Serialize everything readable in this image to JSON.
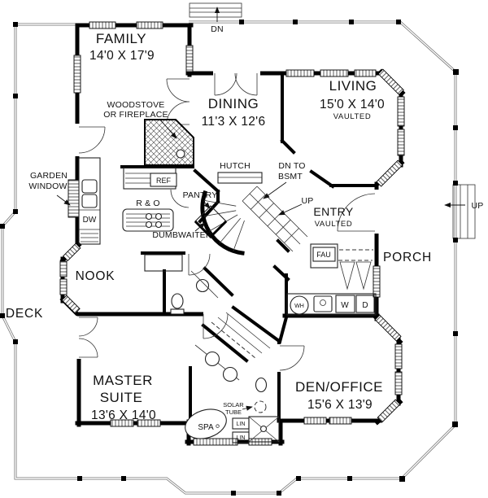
{
  "colors": {
    "background": "#ffffff",
    "walls": "#000000",
    "railing": "#777777",
    "text": "#111111"
  },
  "rooms": {
    "family": {
      "name": "FAMILY",
      "dims": "14'0 X 17'9"
    },
    "dining": {
      "name": "DINING",
      "dims": "11'3 X 12'6"
    },
    "living": {
      "name": "LIVING",
      "dims": "15'0 X 14'0",
      "note": "VAULTED"
    },
    "nook": {
      "name": "NOOK"
    },
    "entry": {
      "name": "ENTRY",
      "note": "VAULTED"
    },
    "porch": {
      "name": "PORCH"
    },
    "deck": {
      "name": "DECK"
    },
    "master_suite": {
      "name_line1": "MASTER",
      "name_line2": "SUITE",
      "dims": "13'6 X 14'0"
    },
    "den_office": {
      "name": "DEN/OFFICE",
      "dims": "15'6 X 13'9"
    }
  },
  "labels": {
    "woodstove_line1": "WOODSTOVE",
    "woodstove_line2": "OR FIREPLACE",
    "garden_window_line1": "GARDEN",
    "garden_window_line2": "WINDOW",
    "hutch": "HUTCH",
    "pantry": "PANTRY",
    "dumbwaiter": "DUMBWAITER",
    "refrigerator": "REF",
    "range_oven": "R & O",
    "dishwasher": "DW",
    "furnace": "FAU",
    "water_heater": "WH",
    "washer": "W",
    "dryer": "D",
    "spa": "SPA",
    "solar_tube_line1": "SOLAR",
    "solar_tube_line2": "TUBE",
    "linen_upper": "LIN",
    "linen_lower": "LIN"
  },
  "stairs": {
    "deck_down": "DN",
    "to_basement_line1": "DN TO",
    "to_basement_line2": "BSMT",
    "main_up": "UP",
    "deck_up": "UP"
  }
}
